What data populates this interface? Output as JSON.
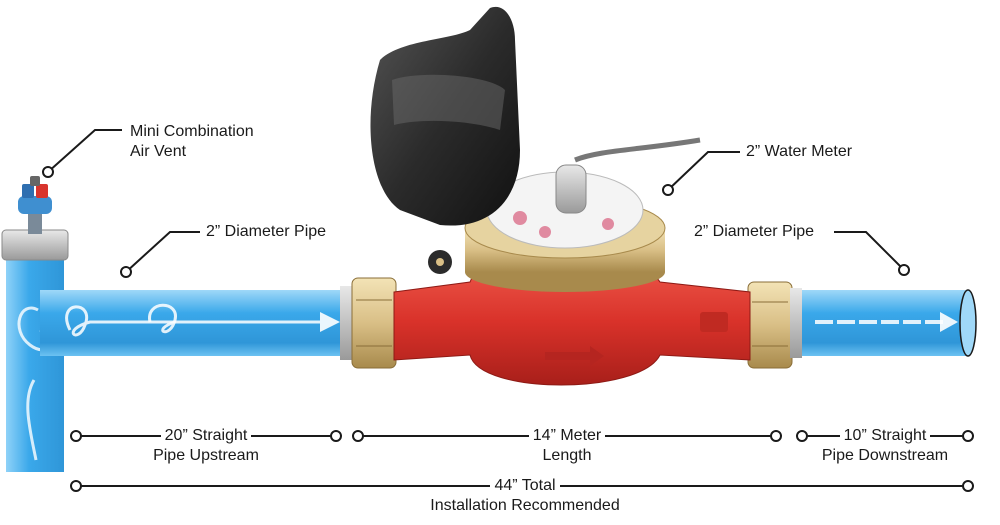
{
  "labels": {
    "air_vent": [
      "Mini Combination",
      "Air Vent"
    ],
    "pipe_left": "2” Diameter Pipe",
    "water_meter": "2” Water Meter",
    "pipe_right": "2” Diameter Pipe"
  },
  "dimensions": {
    "upstream": [
      "20” Straight",
      "Pipe Upstream"
    ],
    "meter": [
      "14” Meter",
      "Length"
    ],
    "downstream": [
      "10” Straight",
      "Pipe Downstream"
    ],
    "total": [
      "44” Total",
      "Installation Recommended"
    ]
  },
  "colors": {
    "pipe": "#3aa8ea",
    "pipe_light": "#9fd8f8",
    "meter_body": "#d9322a",
    "brass": "#d9bf86",
    "cover": "#2b2b2b",
    "leader": "#1a1a1a"
  }
}
